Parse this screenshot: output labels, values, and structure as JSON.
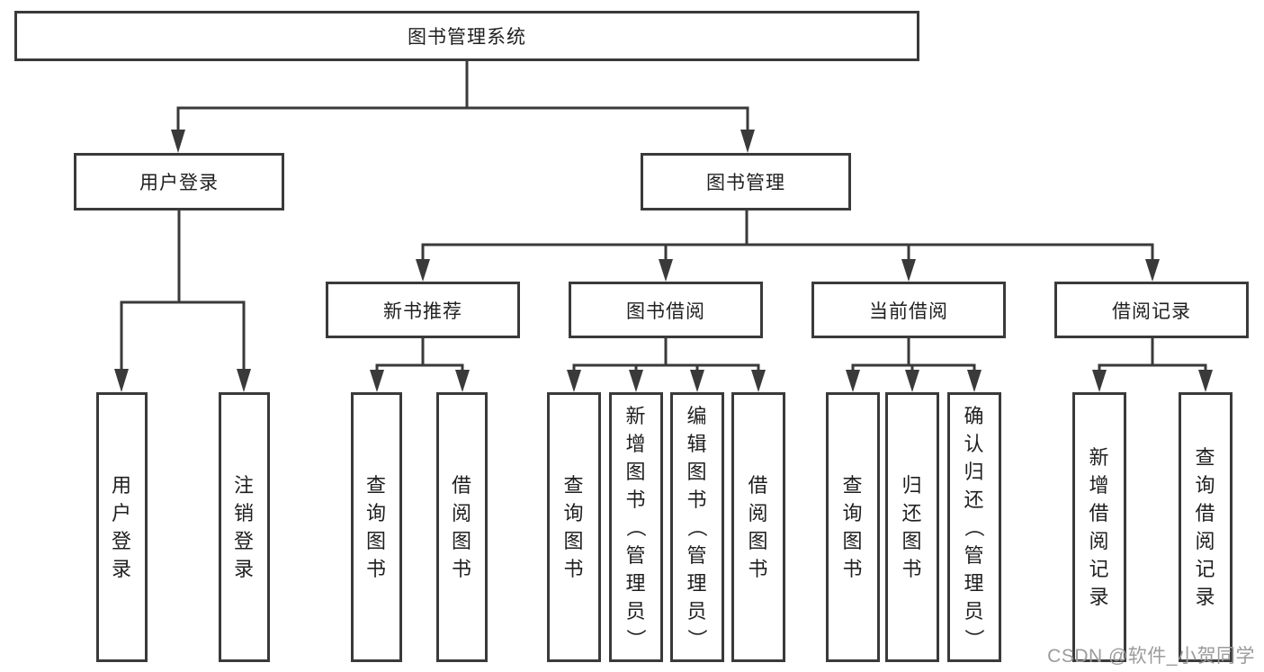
{
  "tree": {
    "root": {
      "label": "图书管理系统"
    },
    "branches": [
      {
        "label": "用户登录",
        "children": [
          {
            "label": "用户登录"
          },
          {
            "label": "注销登录"
          }
        ]
      },
      {
        "label": "图书管理",
        "children": [
          {
            "label": "新书推荐",
            "children": [
              {
                "label": "查询图书"
              },
              {
                "label": "借阅图书"
              }
            ]
          },
          {
            "label": "图书借阅",
            "children": [
              {
                "label": "查询图书"
              },
              {
                "label": "新增图书（管理员）"
              },
              {
                "label": "编辑图书（管理员）"
              },
              {
                "label": "借阅图书"
              }
            ]
          },
          {
            "label": "当前借阅",
            "children": [
              {
                "label": "查询图书"
              },
              {
                "label": "归还图书"
              },
              {
                "label": "确认归还（管理员）"
              }
            ]
          },
          {
            "label": "借阅记录",
            "children": [
              {
                "label": "新增借阅记录"
              },
              {
                "label": "查询借阅记录"
              }
            ]
          }
        ]
      }
    ]
  },
  "watermark": {
    "text": "CSDN @软件_小贺同学"
  },
  "colors": {
    "line": "#3a3a3a",
    "text": "#1f1f1f",
    "watermark": "#9b9b9b",
    "background": "#ffffff"
  }
}
